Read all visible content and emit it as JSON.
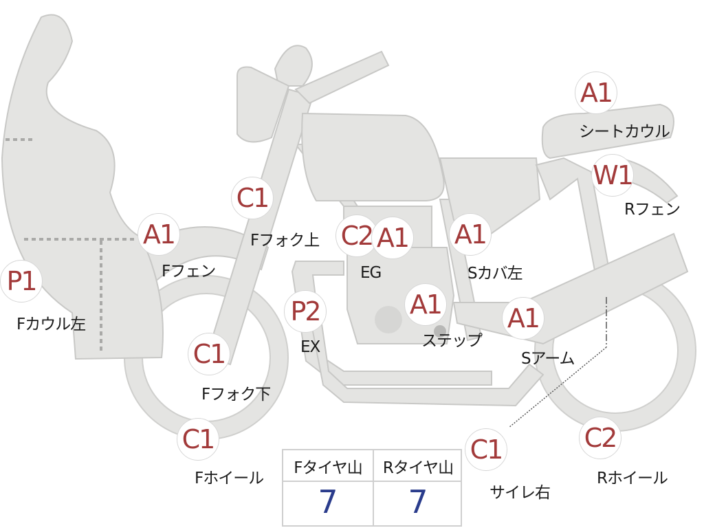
{
  "callouts": [
    {
      "code": "P1",
      "label": "Fカウル左"
    },
    {
      "code": "A1",
      "label": "Fフェン"
    },
    {
      "code": "C1",
      "label": "Fフォク上"
    },
    {
      "code": "C1",
      "label": "Fフォク下"
    },
    {
      "code": "C1",
      "label": "Fホイール"
    },
    {
      "code": "C2",
      "label": ""
    },
    {
      "code": "A1",
      "label": "EG"
    },
    {
      "code": "P2",
      "label": "EX"
    },
    {
      "code": "A1",
      "label": "ステップ"
    },
    {
      "code": "A1",
      "label": "Sカバ左"
    },
    {
      "code": "A1",
      "label": "Sアーム"
    },
    {
      "code": "A1",
      "label": "シートカウル"
    },
    {
      "code": "W1",
      "label": "Rフェン"
    },
    {
      "code": "C1",
      "label": "サイレ右"
    },
    {
      "code": "C2",
      "label": "Rホイール"
    }
  ],
  "tread_table": {
    "front_header": "Fタイヤ山",
    "rear_header": "Rタイヤ山",
    "front_value": "7",
    "rear_value": "7"
  },
  "colors": {
    "part_fill": "#e4e4e2",
    "part_stroke": "#c8c8c6",
    "badge_text": "#a23a3a",
    "tread_value": "#2a3c8c"
  }
}
